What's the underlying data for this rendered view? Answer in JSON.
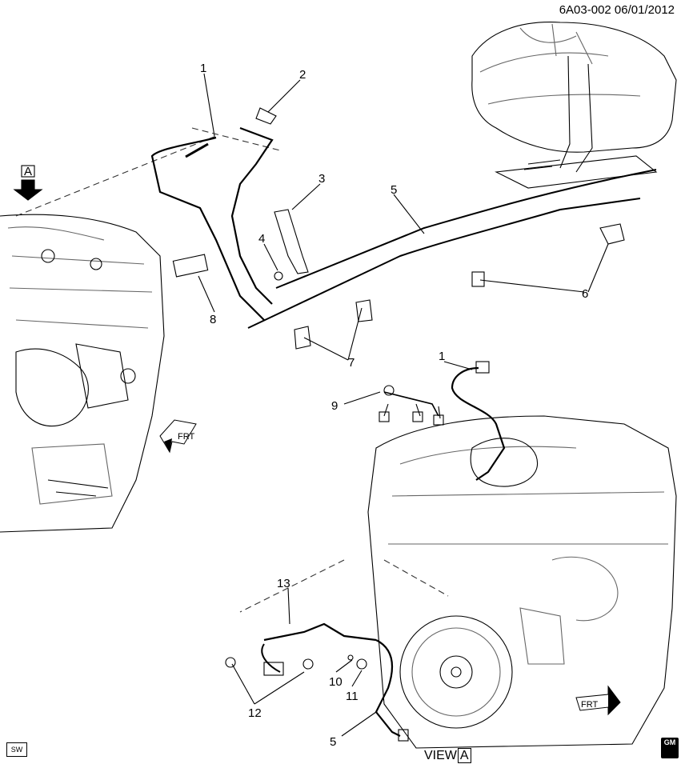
{
  "header": {
    "diagram_id": "6A03-002 06/01/2012"
  },
  "view_marker": {
    "letter": "A"
  },
  "view_caption": {
    "prefix": "VIEW",
    "letter": "A"
  },
  "frt_upper": "FRT",
  "frt_lower": "FRT",
  "callouts": [
    {
      "id": "c1a",
      "text": "1"
    },
    {
      "id": "c2",
      "text": "2"
    },
    {
      "id": "c3",
      "text": "3"
    },
    {
      "id": "c4",
      "text": "4"
    },
    {
      "id": "c5a",
      "text": "5"
    },
    {
      "id": "c6",
      "text": "6"
    },
    {
      "id": "c7",
      "text": "7"
    },
    {
      "id": "c8",
      "text": "8"
    },
    {
      "id": "c1b",
      "text": "1"
    },
    {
      "id": "c9",
      "text": "9"
    },
    {
      "id": "c13",
      "text": "13"
    },
    {
      "id": "c10",
      "text": "10"
    },
    {
      "id": "c11",
      "text": "11"
    },
    {
      "id": "c12",
      "text": "12"
    },
    {
      "id": "c5b",
      "text": "5"
    }
  ],
  "sw_badge": "SW",
  "logo": {
    "line1": "GM",
    "line2": ""
  }
}
